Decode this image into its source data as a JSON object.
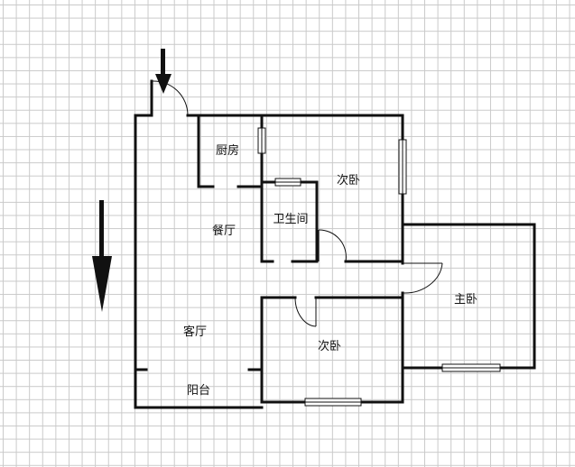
{
  "rooms": {
    "kitchen": "厨房",
    "bedroom_north": "次卧",
    "bathroom": "卫生间",
    "dining": "餐厅",
    "master": "主卧",
    "living": "客厅",
    "bedroom_south": "次卧",
    "balcony": "阳台"
  },
  "colors": {
    "wall": "#111111",
    "grid": "#c9c9c9",
    "background": "#ffffff"
  },
  "icons": {
    "entrance_arrow": "arrow-down-icon",
    "north_arrow": "arrow-down-icon"
  }
}
